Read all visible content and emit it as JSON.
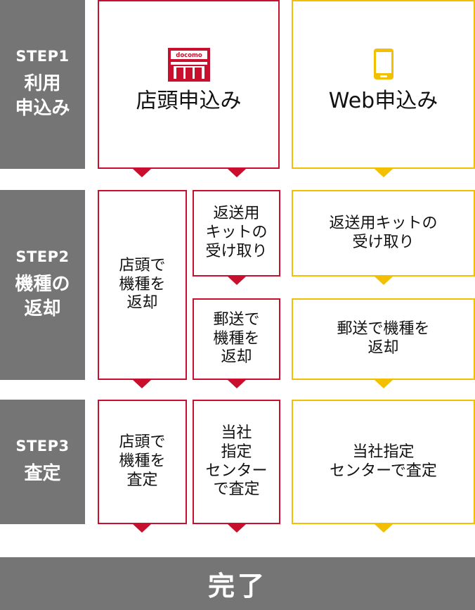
{
  "steps": [
    {
      "number": "STEP1",
      "title": "利用\n申込み"
    },
    {
      "number": "STEP2",
      "title": "機種の\n返却"
    },
    {
      "number": "STEP3",
      "title": "査定"
    }
  ],
  "row1": {
    "store": {
      "label": "店頭申込み",
      "icon_text": "docomo"
    },
    "web": {
      "label": "Web申込み"
    }
  },
  "row2": {
    "store_return": "店頭で\n機種を\n返却",
    "kit_receive": "返送用\nキットの\n受け取り",
    "mail_return": "郵送で\n機種を\n返却",
    "web_kit_receive": "返送用キットの\n受け取り",
    "web_mail_return": "郵送で機種を\n返却"
  },
  "row3": {
    "store_assess": "店頭で\n機種を\n査定",
    "center_assess": "当社\n指定\nセンター\nで査定",
    "web_center_assess": "当社指定\nセンターで査定"
  },
  "done_label": "完了",
  "colors": {
    "red": "#c8102e",
    "yellow": "#f2c000",
    "gray": "#757575"
  }
}
